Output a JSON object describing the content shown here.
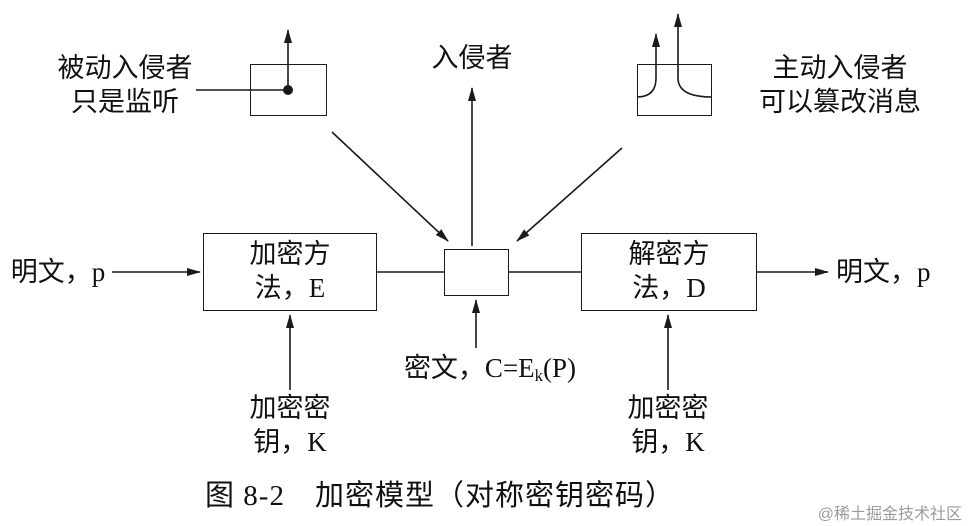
{
  "figure": {
    "caption": "图 8-2　加密模型（对称密钥密码）",
    "watermark": "@稀土掘金技术社区"
  },
  "labels": {
    "passive_intruder": {
      "line1": "被动入侵者",
      "line2": "只是监听"
    },
    "intruder": "入侵者",
    "active_intruder": {
      "line1": "主动入侵者",
      "line2": "可以篡改消息"
    },
    "plaintext_left": "明文，p",
    "plaintext_right": "明文，p",
    "ciphertext": {
      "prefix": "密文，C=E",
      "sub": "k",
      "suffix": "(P)"
    },
    "key_left": {
      "line1": "加密密",
      "line2": "钥，K"
    },
    "key_right": {
      "line1": "加密密",
      "line2": "钥，K"
    }
  },
  "boxes": {
    "encryption": {
      "line1": "加密方",
      "line2": "法，E"
    },
    "decryption": {
      "line1": "解密方",
      "line2": "法，D"
    }
  },
  "colors": {
    "line": "#1a1a1a",
    "text": "#111111",
    "watermark": "#9b9b9b",
    "background": "#ffffff"
  }
}
